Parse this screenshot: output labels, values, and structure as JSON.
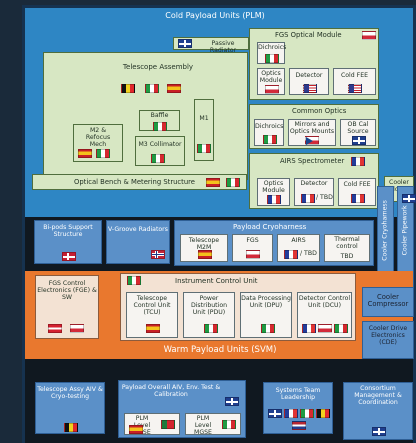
{
  "top": {
    "title": "Cold Payload Units (PLM)"
  },
  "plm": {
    "passive_radiator": "Passive Radiator",
    "telescope_assembly": "Telescope Assembly",
    "baffle": "Baffle",
    "m2_refocus": "M2 & Refocus Mech",
    "m3_collimator": "M3 Collimator",
    "m1": "M1",
    "optical_bench": "Optical Bench & Metering Structure",
    "fgs_optical_module": "FGS Optical Module",
    "fgs_dichroics": "Dichroics",
    "fgs_optics_module": "Optics Module",
    "fgs_detector": "Detector",
    "fgs_cold_fee": "Cold FEE",
    "common_optics": "Common Optics",
    "common_dichroics": "Dichroics",
    "mirrors_mounts": "Mirrors and Optics Mounts",
    "ob_cal_source": "OB Cal Source",
    "airs_spectrometer": "AIRS Spectrometer",
    "airs_optics_module": "Optics Module",
    "airs_detector": "Detector",
    "airs_detector_note": "/ TBD",
    "airs_cold_fee": "Cold FEE",
    "cooler_coldhead": "Cooler Coldhead"
  },
  "mid": {
    "bipods": "Bi-pods Support Structure",
    "vgroove": "V-Groove Radiators",
    "payload_cryoharness": "Payload Cryoharness",
    "telescope_m2m": "Telescope M2M",
    "fgs": "FGS",
    "airs": "AIRS",
    "airs_note": "/ TBD",
    "thermal_control": "Thermal control",
    "thermal_tbd": "TBD",
    "cooler_cryoharness": "Cooler Cryoharness",
    "cooler_pipework": "Cooler Pipework"
  },
  "svm": {
    "title": "Warm Payload Units (SVM)",
    "fgs_control": "FGS Control Electronics (FGE) & SW",
    "icu": "Instrument Control Unit",
    "tcu": "Telescope Control Unit (TCU)",
    "pdu": "Power Distribution Unit (PDU)",
    "dpu": "Data Processing Unit (DPU)",
    "dcu": "Detector Control Unit (DCU)",
    "cooler_compressor": "Cooler Compressor",
    "cooler_drive": "Cooler Drive Electronics (CDE)"
  },
  "bottom": {
    "telescope_ait": "Telescope Assy AIV & Cryo-testing",
    "payload_overall": "Payload Overall AIV, Env. Test & Calibration",
    "plm_level_ogse": "PLM Level OGSE",
    "plm_level_mgse": "PLM Level MGSE",
    "systems_team": "Systems Team Leadership",
    "consortium": "Consortium Management & Coordination"
  }
}
